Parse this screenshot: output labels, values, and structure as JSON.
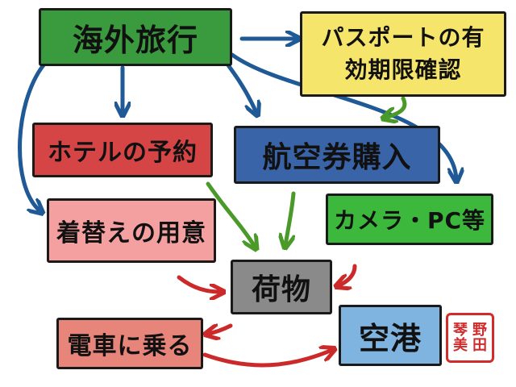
{
  "colors": {
    "blue_arrow": "#1f5a96",
    "green_arrow": "#4a9a2a",
    "red_arrow": "#cc2a2a",
    "border": "#1a1a1a",
    "stamp": "#d12b2b"
  },
  "nodes": [
    {
      "id": "trip",
      "label": "海外旅行",
      "color": "#3a9a3e"
    },
    {
      "id": "passport",
      "label": "パスポートの有効期限確認",
      "color": "#f5e56b"
    },
    {
      "id": "hotel",
      "label": "ホテルの予約",
      "color": "#d64545"
    },
    {
      "id": "ticket",
      "label": "航空券購入",
      "color": "#3a64a8"
    },
    {
      "id": "camera",
      "label": "カメラ・PC等",
      "color": "#3cb83c"
    },
    {
      "id": "clothes",
      "label": "着替えの用意",
      "color": "#f5a0a0"
    },
    {
      "id": "luggage",
      "label": "荷物",
      "color": "#8a8a8a"
    },
    {
      "id": "train",
      "label": "電車に乗る",
      "color": "#e8857a"
    },
    {
      "id": "airport",
      "label": "空港",
      "color": "#7fb3e0"
    }
  ],
  "edges": [
    {
      "from": "trip",
      "to": "passport",
      "color": "blue"
    },
    {
      "from": "trip",
      "to": "clothes",
      "color": "blue"
    },
    {
      "from": "trip",
      "to": "hotel",
      "color": "blue"
    },
    {
      "from": "trip",
      "to": "ticket",
      "color": "blue"
    },
    {
      "from": "trip",
      "to": "camera",
      "color": "blue"
    },
    {
      "from": "passport",
      "to": "ticket",
      "color": "green"
    },
    {
      "from": "hotel",
      "to": "luggage",
      "color": "green"
    },
    {
      "from": "ticket",
      "to": "luggage",
      "color": "green"
    },
    {
      "from": "clothes",
      "to": "luggage",
      "color": "red"
    },
    {
      "from": "camera",
      "to": "luggage",
      "color": "red"
    },
    {
      "from": "luggage",
      "to": "train",
      "color": "red"
    },
    {
      "from": "train",
      "to": "airport",
      "color": "red"
    }
  ],
  "stamp": {
    "icon": "signature-seal-icon",
    "text": "野田琴美"
  }
}
